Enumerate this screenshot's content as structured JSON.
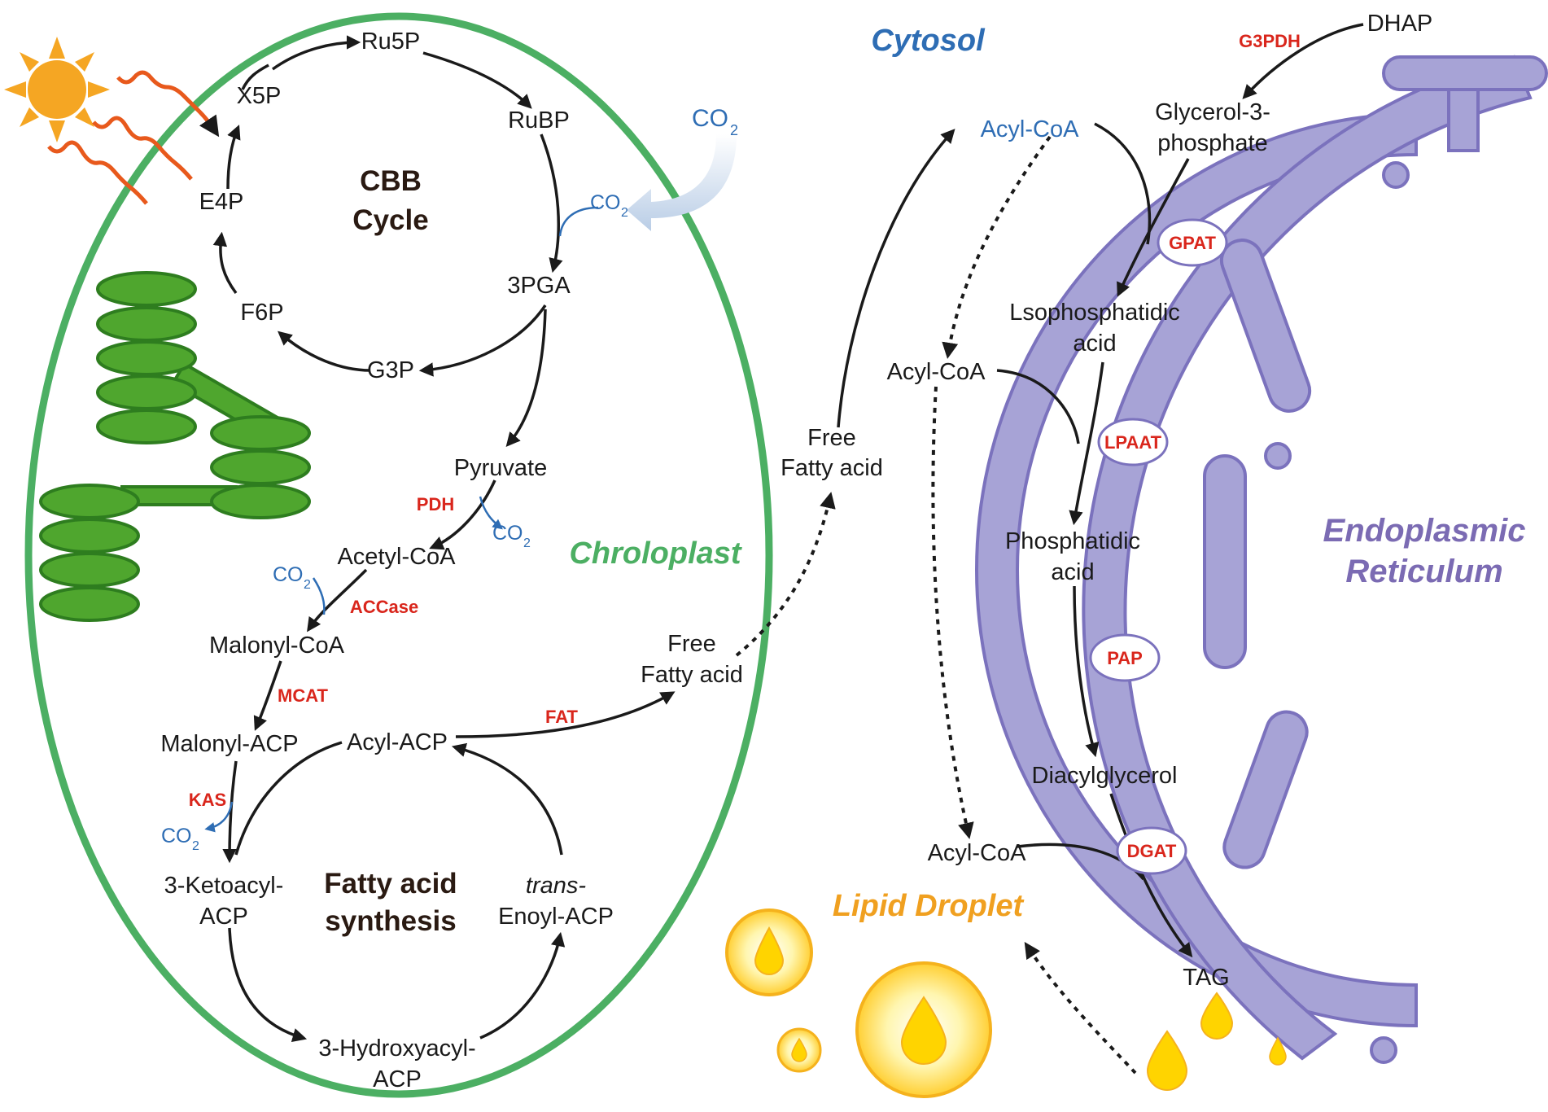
{
  "regions": {
    "chloroplast": "Chroloplast",
    "cytosol": "Cytosol",
    "er_line1": "Endoplasmic",
    "er_line2": "Reticulum",
    "lipid_droplet": "Lipid Droplet"
  },
  "cbb": {
    "title_line1": "CBB",
    "title_line2": "Cycle",
    "ru5p": "Ru5P",
    "rubp": "RuBP",
    "x5p": "X5P",
    "e4p": "E4P",
    "f6p": "F6P",
    "g3p": "G3P",
    "pga": "3PGA"
  },
  "co2": {
    "text": "CO",
    "sub": "2"
  },
  "chloroplast_path": {
    "pyruvate": "Pyruvate",
    "pdh": "PDH",
    "acetyl_coa": "Acetyl-CoA",
    "accase": "ACCase",
    "malonyl_coa": "Malonyl-CoA",
    "mcat": "MCAT",
    "malonyl_acp": "Malonyl-ACP",
    "acyl_acp": "Acyl-ACP",
    "fat": "FAT",
    "ffa_line1": "Free",
    "ffa_line2": "Fatty acid",
    "kas": "KAS"
  },
  "fas": {
    "title_line1": "Fatty acid",
    "title_line2": "synthesis",
    "ketoacyl_line1": "3-Ketoacyl-",
    "ketoacyl_line2": "ACP",
    "hydroxyacyl_line1": "3-Hydroxyacyl-",
    "hydroxyacyl_line2": "ACP",
    "enoyl_line1": "trans-",
    "enoyl_line2": "Enoyl-ACP"
  },
  "cytosol_path": {
    "ffa_line1": "Free",
    "ffa_line2": "Fatty acid",
    "acyl_coa_top": "Acyl-CoA",
    "acyl_coa_mid": "Acyl-CoA",
    "acyl_coa_bottom": "Acyl-CoA"
  },
  "kennedy": {
    "dhap": "DHAP",
    "g3pdh": "G3PDH",
    "g3p_line1": "Glycerol-3-",
    "g3p_line2": "phosphate",
    "gpat": "GPAT",
    "lpa_line1": "Lsophosphatidic",
    "lpa_line2": "acid",
    "lpaat": "LPAAT",
    "pa_line1": "Phosphatidic",
    "pa_line2": "acid",
    "pap": "PAP",
    "dag": "Diacylglycerol",
    "dgat": "DGAT",
    "tag": "TAG"
  },
  "colors": {
    "chloroplast_green": "#4caf63",
    "thylakoid_fill": "#4fa62e",
    "thylakoid_stroke": "#2e7d1f",
    "er_fill": "#a7a3d6",
    "er_stroke": "#7b72bd",
    "enzyme_red": "#d9261c",
    "co2_blue": "#2e6db4",
    "droplet_yellow": "#ffd400",
    "sun_orange": "#f5a623"
  }
}
